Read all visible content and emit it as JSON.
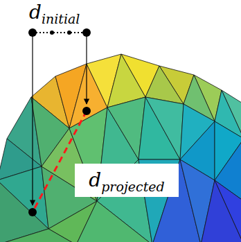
{
  "diagram": {
    "labels": [
      "d",
      "initial",
      "d",
      "projected"
    ]
  }
}
